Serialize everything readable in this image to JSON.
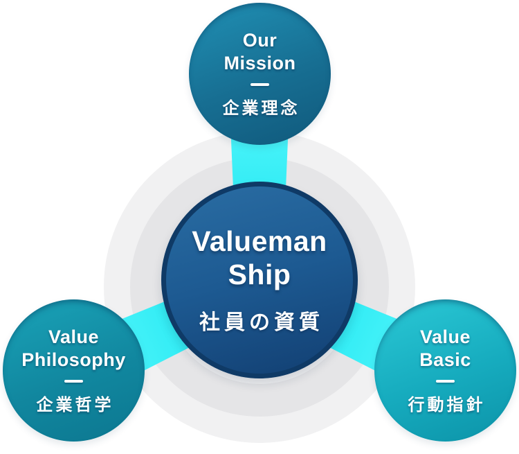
{
  "diagram": {
    "title": "Valueman Ship",
    "center": {
      "title_line1": "Valueman",
      "title_line2": "Ship",
      "subtitle": "社員の資質"
    },
    "satellites": [
      {
        "id": "our-mission",
        "title_line1": "Our",
        "title_line2": "Mission",
        "subtitle": "企業理念"
      },
      {
        "id": "value-philosophy",
        "title_line1": "Value",
        "title_line2": "Philosophy",
        "subtitle": "企業哲学"
      },
      {
        "id": "value-basic",
        "title_line1": "Value",
        "title_line2": "Basic",
        "subtitle": "行動指針"
      }
    ],
    "colors": {
      "connector_cyan": "#2ceaf3",
      "center_fill_blue": "#1d5a92",
      "center_border_navy": "#0f3a66",
      "mission_teal_blue": "#176e92",
      "philosophy_teal": "#11879f",
      "basic_cyan_teal": "#16abbe",
      "ring_gray": "#e5e5e7",
      "outer_circle_gray": "#f1f1f2",
      "text_white": "#ffffff"
    }
  }
}
